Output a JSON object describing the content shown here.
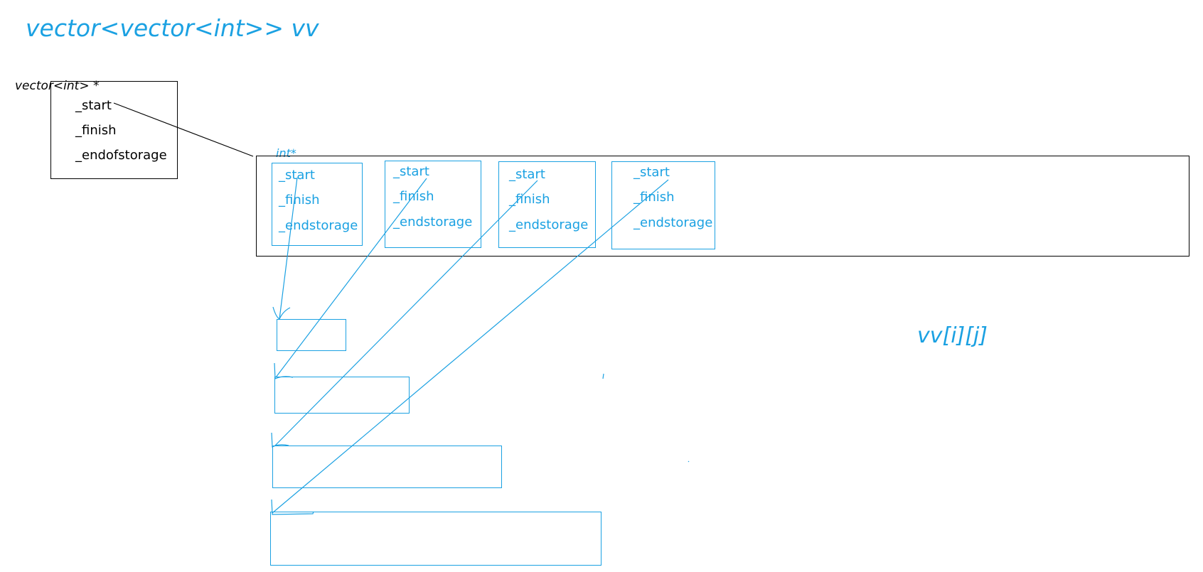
{
  "title": "vector<vector<int>> vv",
  "index_expr": "vv[i][j]",
  "outer": {
    "type_label": "vector<int> *",
    "fields": [
      "_start",
      "_finish",
      "_endofstorage"
    ]
  },
  "pointer_array_label": "int*",
  "inner_vectors": [
    {
      "fields": [
        "_start",
        "_finish",
        "_endstorage"
      ]
    },
    {
      "fields": [
        "_start",
        "_finish",
        "_endstorage"
      ]
    },
    {
      "fields": [
        "_start",
        "_finish",
        "_endstorage"
      ]
    },
    {
      "fields": [
        "_start",
        "_finish",
        "_endstorage"
      ]
    }
  ],
  "colors": {
    "accent": "#1ba1e2",
    "ink": "#000000",
    "background": "#ffffff"
  }
}
